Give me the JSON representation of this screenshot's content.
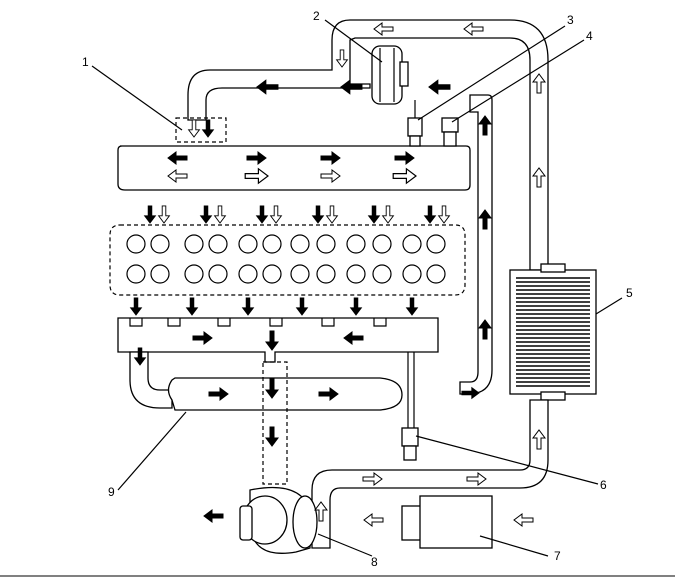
{
  "callouts": [
    {
      "id": "1",
      "label": "1"
    },
    {
      "id": "2",
      "label": "2"
    },
    {
      "id": "3",
      "label": "3"
    },
    {
      "id": "4",
      "label": "4"
    },
    {
      "id": "5",
      "label": "5"
    },
    {
      "id": "6",
      "label": "6"
    },
    {
      "id": "7",
      "label": "7"
    },
    {
      "id": "8",
      "label": "8"
    },
    {
      "id": "9",
      "label": "9"
    }
  ],
  "colors": {
    "stroke": "#000000",
    "background": "#ffffff"
  },
  "icons": {
    "solid_arrow": "exhaust-flow-arrow-icon",
    "open_arrow": "intake-air-flow-arrow-icon"
  }
}
